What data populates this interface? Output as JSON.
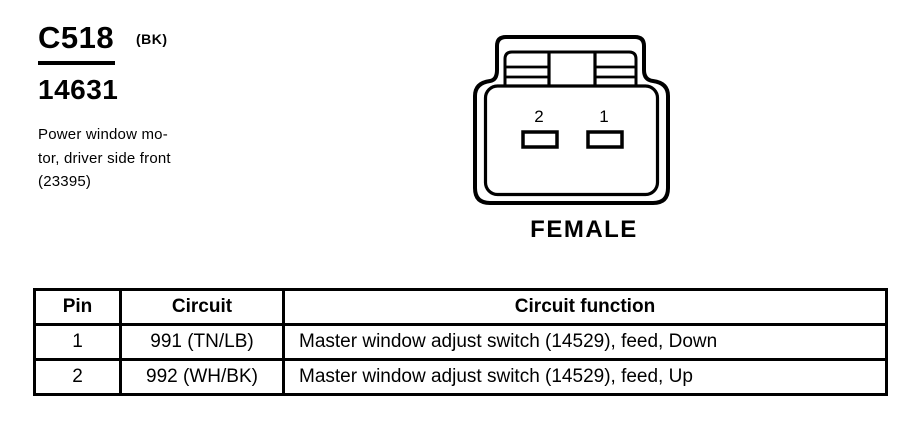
{
  "colors": {
    "ink": "#000000",
    "paper": "#ffffff"
  },
  "header": {
    "connector_id": "C518",
    "connector_color_code": "(BK)",
    "part_number": "14631",
    "description_lines": [
      "Power window mo-",
      "tor, driver side front",
      "(23395)"
    ]
  },
  "connector": {
    "gender_label": "FEMALE",
    "pins": [
      {
        "number": "2"
      },
      {
        "number": "1"
      }
    ]
  },
  "table": {
    "columns": [
      "Pin",
      "Circuit",
      "Circuit function"
    ],
    "rows": [
      {
        "pin": "1",
        "circuit": "991 (TN/LB)",
        "function": "Master window adjust switch (14529), feed, Down"
      },
      {
        "pin": "2",
        "circuit": "992 (WH/BK)",
        "function": "Master window adjust switch (14529), feed, Up"
      }
    ]
  }
}
